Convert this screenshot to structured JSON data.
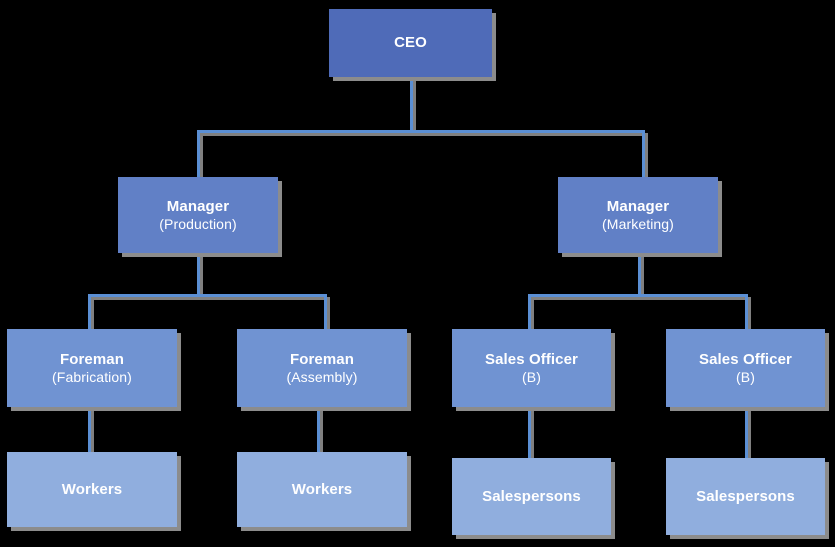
{
  "chart": {
    "type": "organization-chart",
    "background_color": "#000000",
    "connector_color": "#5B8FD4",
    "shadow_color": "#8C8C8C",
    "levels": [
      {
        "name": "executive",
        "fill": "#4F6BB8"
      },
      {
        "name": "management",
        "fill": "#6180C6"
      },
      {
        "name": "supervisory",
        "fill": "#7093D2"
      },
      {
        "name": "staff",
        "fill": "#90AEDE"
      }
    ],
    "nodes": [
      {
        "id": "ceo",
        "title": "CEO",
        "sub": "",
        "level": 0
      },
      {
        "id": "mgr-prod",
        "title": "Manager",
        "sub": "(Production)",
        "level": 1
      },
      {
        "id": "mgr-mkt",
        "title": "Manager",
        "sub": "(Marketing)",
        "level": 1
      },
      {
        "id": "foreman-fab",
        "title": "Foreman",
        "sub": "(Fabrication)",
        "level": 2
      },
      {
        "id": "foreman-asm",
        "title": "Foreman",
        "sub": "(Assembly)",
        "level": 2
      },
      {
        "id": "sales-off-1",
        "title": "Sales Officer",
        "sub": "(B)",
        "level": 2
      },
      {
        "id": "sales-off-2",
        "title": "Sales Officer",
        "sub": "(B)",
        "level": 2
      },
      {
        "id": "workers-fab",
        "title": "Workers",
        "sub": "",
        "level": 3
      },
      {
        "id": "workers-asm",
        "title": "Workers",
        "sub": "",
        "level": 3
      },
      {
        "id": "salespers-1",
        "title": "Salespersons",
        "sub": "",
        "level": 3
      },
      {
        "id": "salespers-2",
        "title": "Salespersons",
        "sub": "",
        "level": 3
      }
    ],
    "edges": [
      {
        "from": "ceo",
        "to": "mgr-prod"
      },
      {
        "from": "ceo",
        "to": "mgr-mkt"
      },
      {
        "from": "mgr-prod",
        "to": "foreman-fab"
      },
      {
        "from": "mgr-prod",
        "to": "foreman-asm"
      },
      {
        "from": "mgr-mkt",
        "to": "sales-off-1"
      },
      {
        "from": "mgr-mkt",
        "to": "sales-off-2"
      },
      {
        "from": "foreman-fab",
        "to": "workers-fab"
      },
      {
        "from": "foreman-asm",
        "to": "workers-asm"
      },
      {
        "from": "sales-off-1",
        "to": "salespers-1"
      },
      {
        "from": "sales-off-2",
        "to": "salespers-2"
      }
    ]
  }
}
